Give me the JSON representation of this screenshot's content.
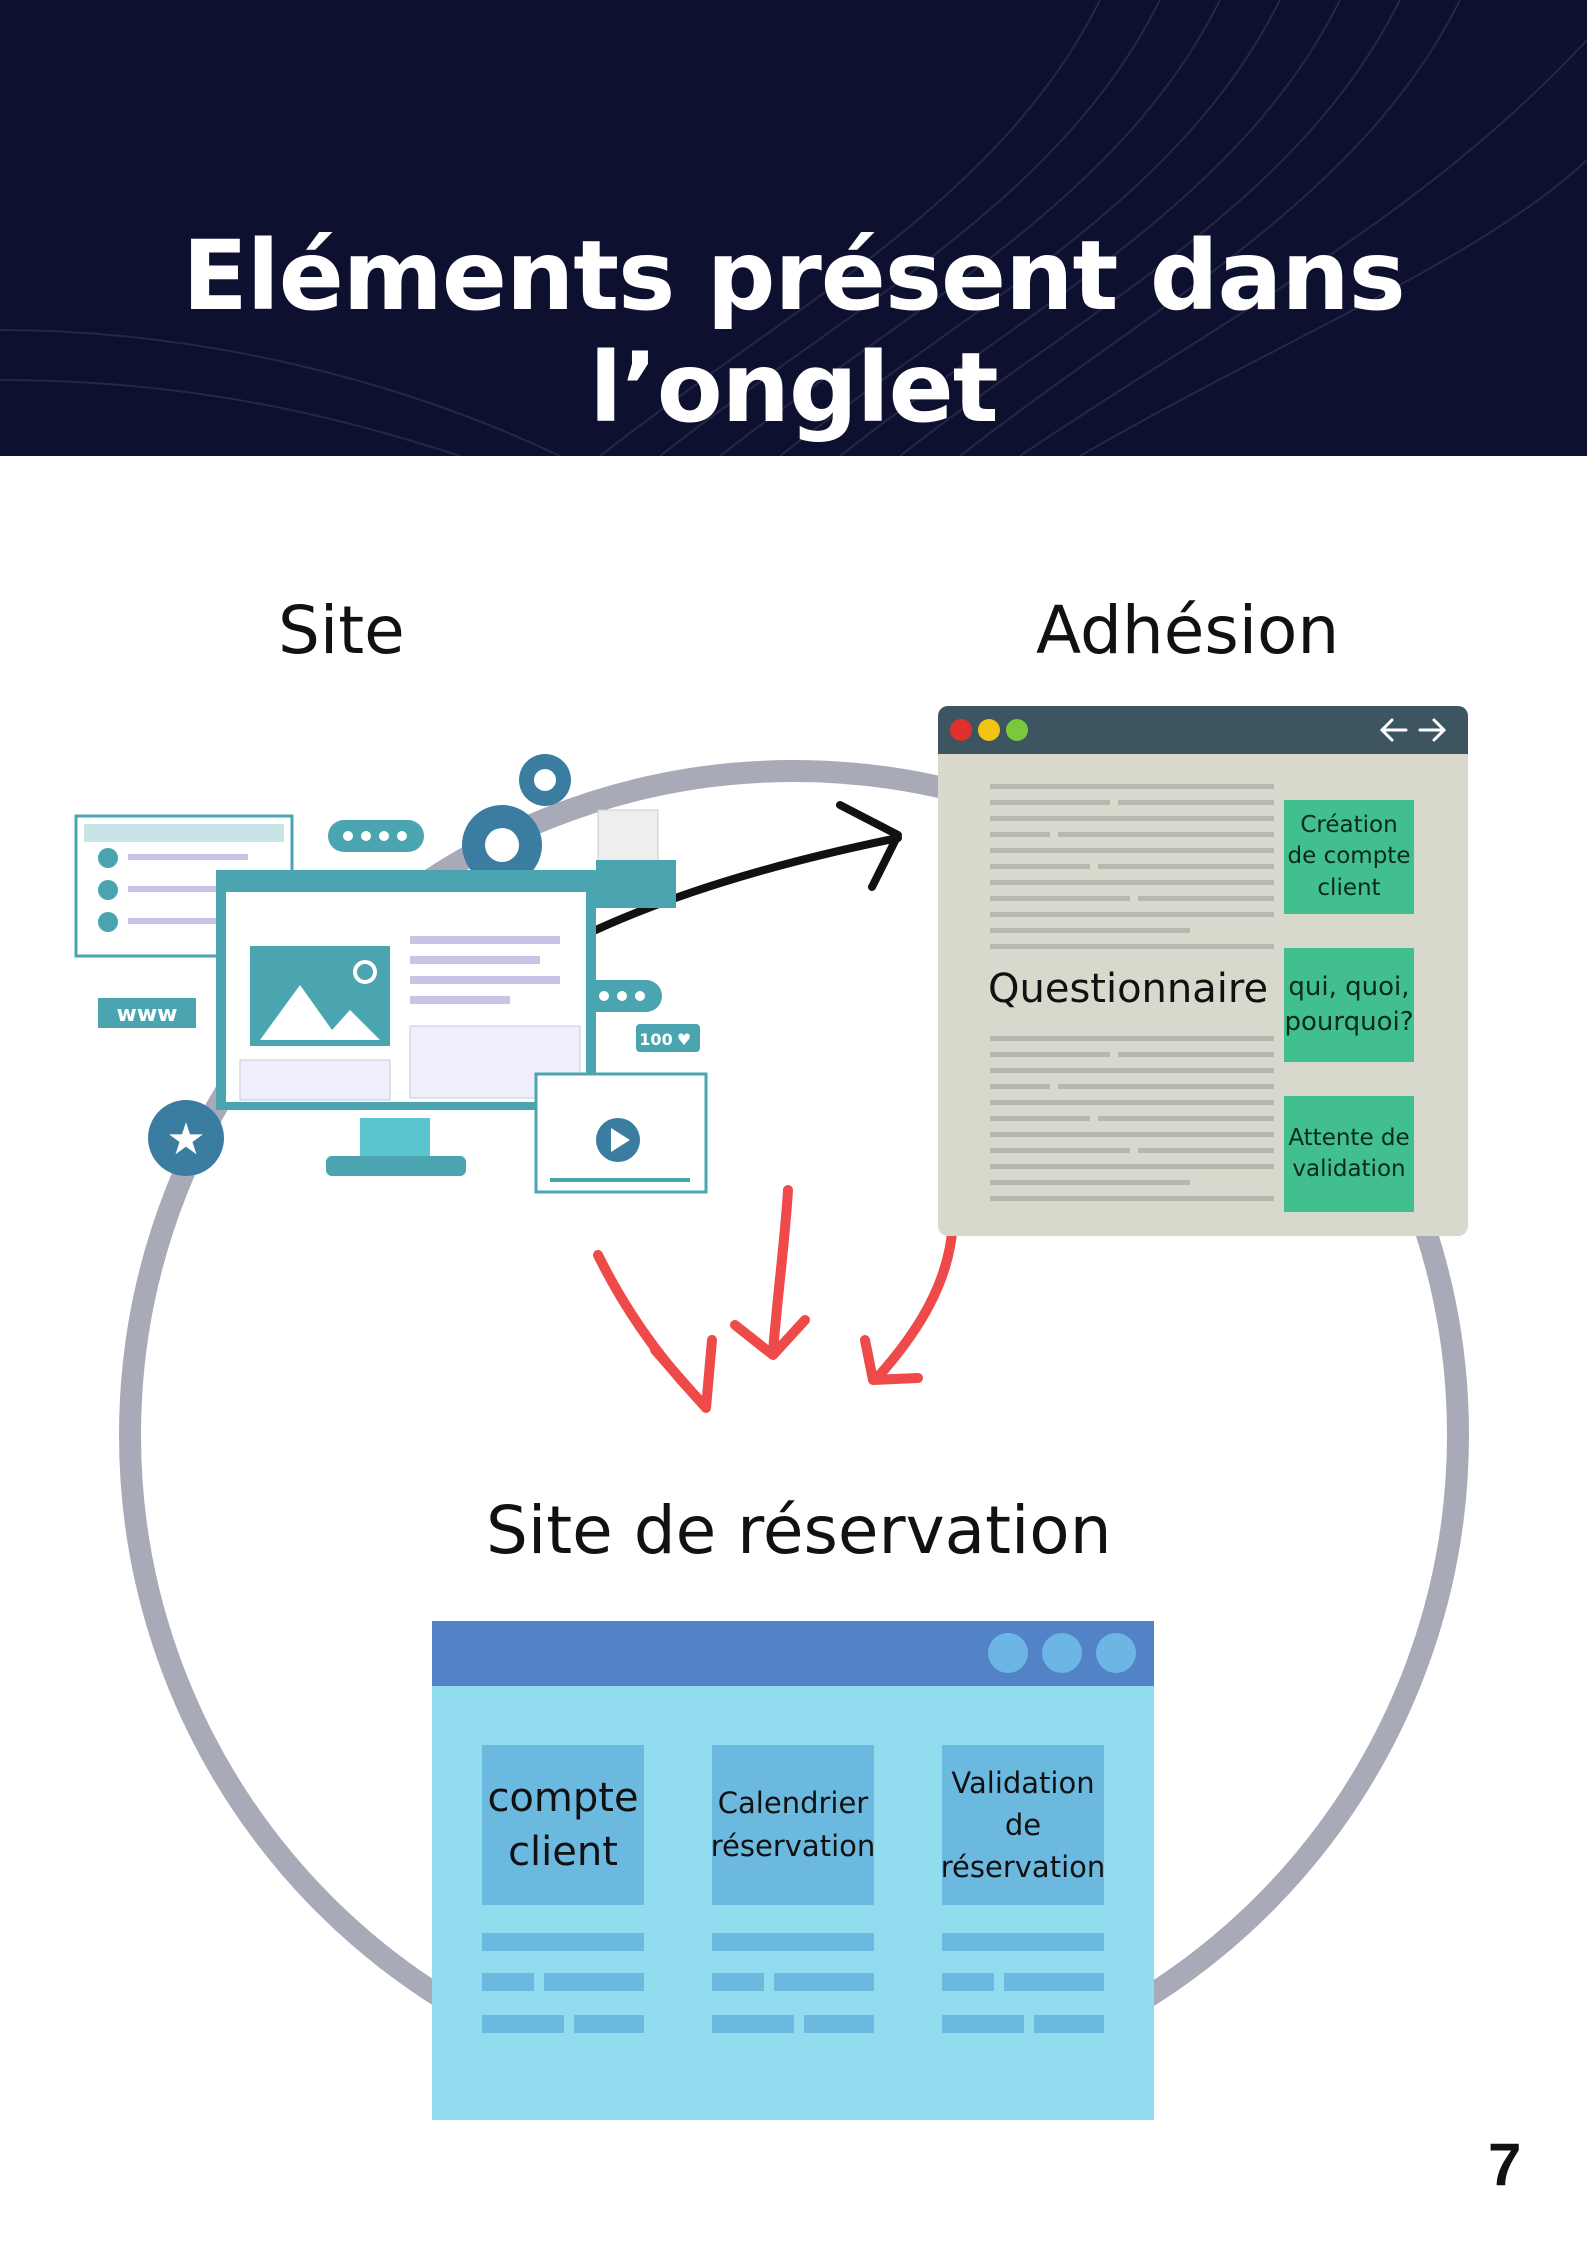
{
  "header": {
    "title": "Eléments présent dans l’onglet"
  },
  "labels": {
    "site": "Site",
    "adhesion": "Adhésion",
    "reservation_site": "Site de réservation"
  },
  "illustration": {
    "www": "www",
    "likes": "100"
  },
  "adhesion_window": {
    "center_text": "Questionnaire",
    "boxes": [
      "Création\nde compte\nclient",
      "qui, quoi,\npourquoi?",
      "Attente de\nvalidation"
    ],
    "dot_colors": [
      "#e0312f",
      "#f2c515",
      "#7ac93c"
    ]
  },
  "reservation_window": {
    "cards": [
      "compte\nclient",
      "Calendrier\nréservation",
      "Validation\nde\nréservation"
    ]
  },
  "page_number": "7",
  "colors": {
    "header_bg": "#0e1030",
    "ring": "#a9aab8",
    "arrow_red": "#ef4a4a",
    "teal": "#4ba5b1",
    "box_green": "#41bf8f",
    "resa_bg": "#92dcef",
    "resa_bar": "#5383c7"
  }
}
